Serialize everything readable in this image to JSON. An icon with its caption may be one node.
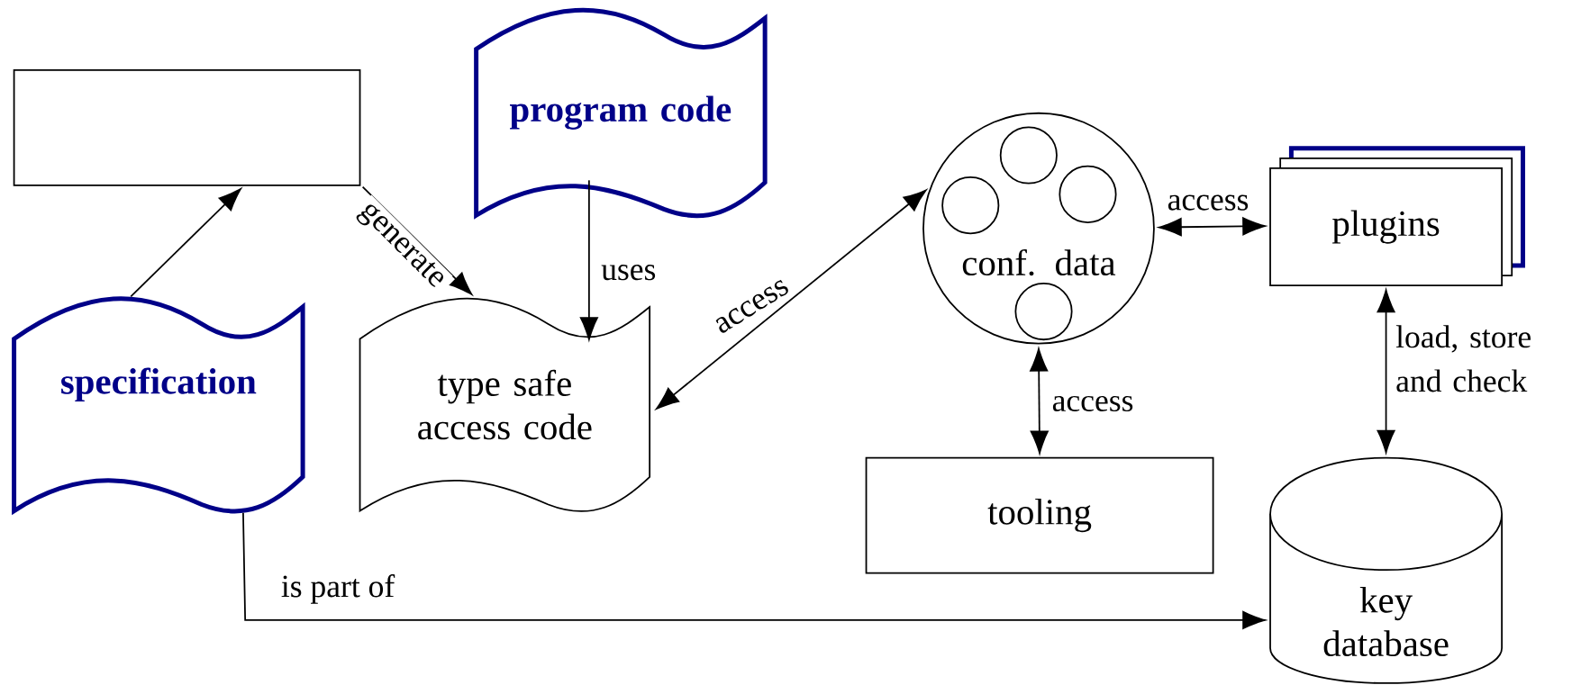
{
  "diagram": {
    "nodes": [
      {
        "text": [],
        "shape": "box"
      },
      {
        "text": [
          "program code"
        ]
      },
      {
        "text": [
          "specification"
        ]
      },
      {
        "text": [
          "type safe access code"
        ]
      },
      {
        "text": [
          "conf. data"
        ]
      },
      {
        "text": [
          "plugins"
        ]
      },
      {
        "text": [
          "tooling"
        ]
      },
      {
        "text": [
          "key database"
        ]
      }
    ],
    "edges": [
      {
        "from": 2,
        "to": 0,
        "arrow": "to"
      },
      {
        "from": 0,
        "to": 3,
        "arrow": "to",
        "label": "generate"
      },
      {
        "from": 1,
        "to": 3,
        "arrow": "to",
        "label": "uses"
      },
      {
        "from": 3,
        "to": 4,
        "arrow": "both",
        "label": "access"
      },
      {
        "from": 4,
        "to": 5,
        "arrow": "both",
        "label": "access"
      },
      {
        "from": 4,
        "to": 6,
        "arrow": "both",
        "label": "access"
      },
      {
        "from": 5,
        "to": 7,
        "arrow": "both",
        "label": "load, store and check"
      },
      {
        "from": 2,
        "to": 7,
        "arrow": "to",
        "label": "is part of"
      }
    ]
  }
}
